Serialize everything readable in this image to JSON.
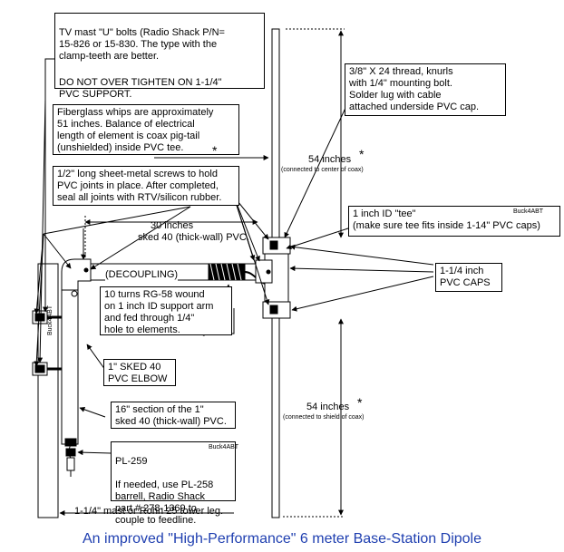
{
  "notes": {
    "tv_mast": "TV mast \"U\" bolts (Radio Shack P/N=\n15-826 or 15-830. The type with the\nclamp-teeth are better.",
    "tv_mast_warning": "DO NOT OVER TIGHTEN ON 1-1/4\"\nPVC SUPPORT.",
    "fiberglass": "Fiberglass whips are approximately\n51 inches.  Balance of electrical\nlength of element is coax pig-tail\n(unshielded) inside PVC tee.",
    "screws": "1/2\" long sheet-metal screws to hold\nPVC joints in place.  After completed,\nseal all joints with RTV/silicon rubber.",
    "thread": "3/8\" X 24 thread, knurls\nwith 1/4\" mounting bolt.\nSolder lug with cable\nattached underside PVC cap.",
    "tee": "1 inch ID \"tee\"\n(make sure tee fits inside 1-14\" PVC caps)",
    "caps": "1-1/4 inch\nPVC CAPS",
    "turns": "10 turns RG-58 wound\non 1 inch ID support arm\nand fed through 1/4\"\nhole to elements.",
    "elbow": "1\" SKED 40\nPVC ELBOW",
    "section": "16\" section of the 1\"\nsked 40 (thick-wall) PVC.",
    "pl259_title": "PL-259",
    "pl259": "If needed, use PL-258\nbarrell, Radio Shack\npart # 278-1369 to\ncouple to feedline."
  },
  "labels": {
    "arm_length": "30 inches",
    "arm_material": "sked 40 (thick-wall) PVC.",
    "decoupling": "(DECOUPLING)",
    "top_length": "54 inches",
    "top_sub": "(connected to center of coax)",
    "bottom_length": "54 inches",
    "bottom_sub": "(connected to shield of coax)",
    "mast": "1-1/4\" mast or Rohn 25 tower leg.",
    "star": "*",
    "callsign": "Buck4ABT"
  },
  "caption": "An improved \"High-Performance\" 6 meter Base-Station Dipole"
}
